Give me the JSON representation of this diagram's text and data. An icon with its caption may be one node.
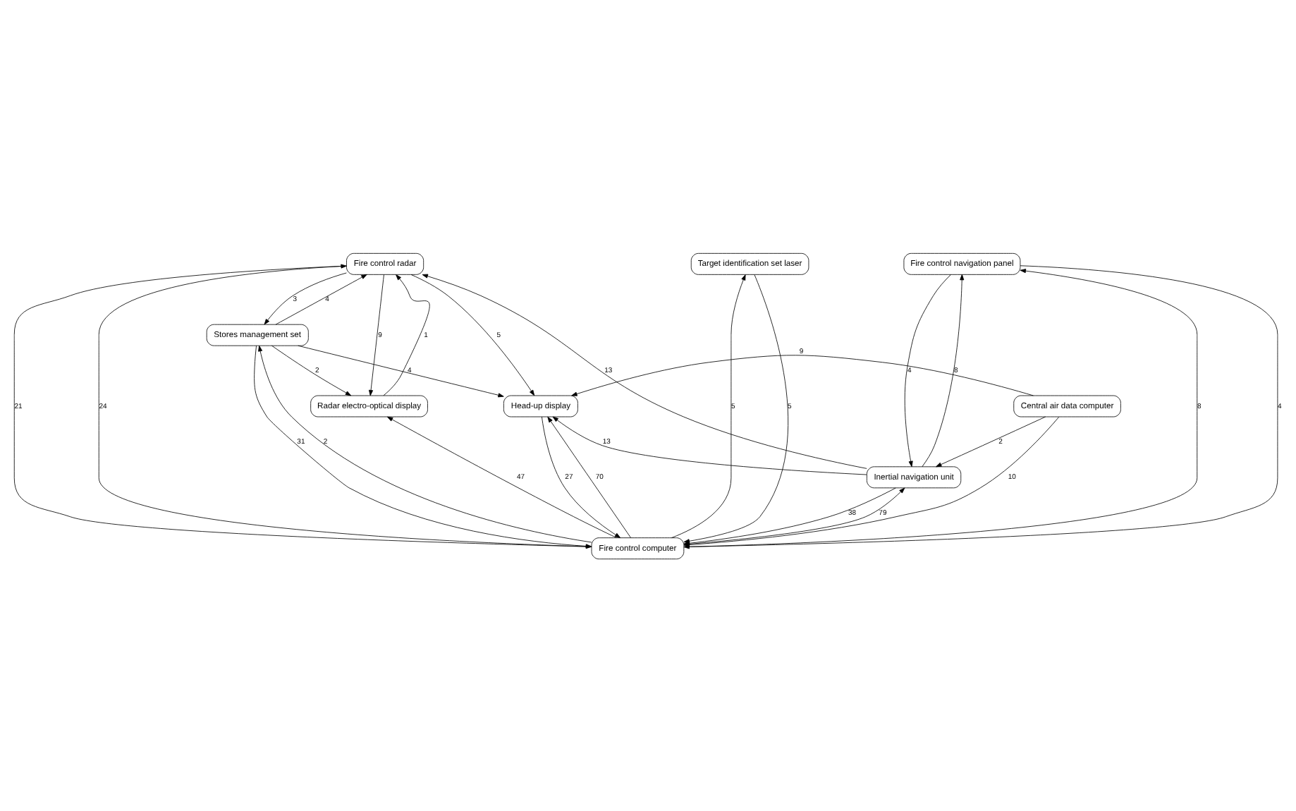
{
  "diagram": {
    "nodes": [
      {
        "text": [
          "Fire control radar"
        ]
      },
      {
        "text": [
          "Target identification set laser"
        ]
      },
      {
        "text": [
          "Fire control navigation panel"
        ]
      },
      {
        "text": [
          "Stores management set"
        ]
      },
      {
        "text": [
          "Fire control computer"
        ]
      },
      {
        "text": [
          "Inertial navigation unit"
        ]
      },
      {
        "text": [
          "Radar electro-optical display"
        ]
      },
      {
        "text": [
          "Head-up display"
        ]
      },
      {
        "text": [
          "Central air data computer"
        ]
      }
    ],
    "edges": [
      {
        "from": 0,
        "to": 3,
        "arrow": "to",
        "label": "3"
      },
      {
        "from": 3,
        "to": 0,
        "arrow": "to",
        "label": "4"
      },
      {
        "from": 0,
        "to": 4,
        "arrow": "to",
        "label": "21"
      },
      {
        "from": 4,
        "to": 0,
        "arrow": "to",
        "label": "24"
      },
      {
        "from": 1,
        "to": 4,
        "arrow": "to",
        "label": "5"
      },
      {
        "from": 4,
        "to": 1,
        "arrow": "to",
        "label": "5"
      },
      {
        "from": 2,
        "to": 4,
        "arrow": "to",
        "label": "4"
      },
      {
        "from": 4,
        "to": 2,
        "arrow": "to",
        "label": "8"
      },
      {
        "from": 2,
        "to": 5,
        "arrow": "to",
        "label": "4"
      },
      {
        "from": 5,
        "to": 2,
        "arrow": "to",
        "label": "8"
      },
      {
        "from": 5,
        "to": 0,
        "arrow": "to",
        "label": "13"
      },
      {
        "from": 4,
        "to": 3,
        "arrow": "to",
        "label": "2"
      },
      {
        "from": 3,
        "to": 4,
        "arrow": "to",
        "label": "31"
      },
      {
        "from": 5,
        "to": 4,
        "arrow": "to",
        "label": "38"
      },
      {
        "from": 4,
        "to": 5,
        "arrow": "to",
        "label": "79"
      },
      {
        "from": 0,
        "to": 6,
        "arrow": "to",
        "label": "9"
      },
      {
        "from": 6,
        "to": 0,
        "arrow": "to",
        "label": "1"
      },
      {
        "from": 3,
        "to": 6,
        "arrow": "to",
        "label": "2"
      },
      {
        "from": 3,
        "to": 7,
        "arrow": "to",
        "label": "4"
      },
      {
        "from": 4,
        "to": 6,
        "arrow": "to",
        "label": "47"
      },
      {
        "from": 4,
        "to": 7,
        "arrow": "to",
        "label": "70"
      },
      {
        "from": 7,
        "to": 4,
        "arrow": "to",
        "label": "27"
      },
      {
        "from": 8,
        "to": 4,
        "arrow": "to",
        "label": "10"
      },
      {
        "from": 8,
        "to": 5,
        "arrow": "to",
        "label": "2"
      },
      {
        "from": 5,
        "to": 7,
        "arrow": "to",
        "label": "13"
      },
      {
        "from": 8,
        "to": 7,
        "arrow": "to",
        "label": "9"
      },
      {
        "from": 0,
        "to": 7,
        "arrow": "to",
        "label": "5"
      }
    ]
  }
}
